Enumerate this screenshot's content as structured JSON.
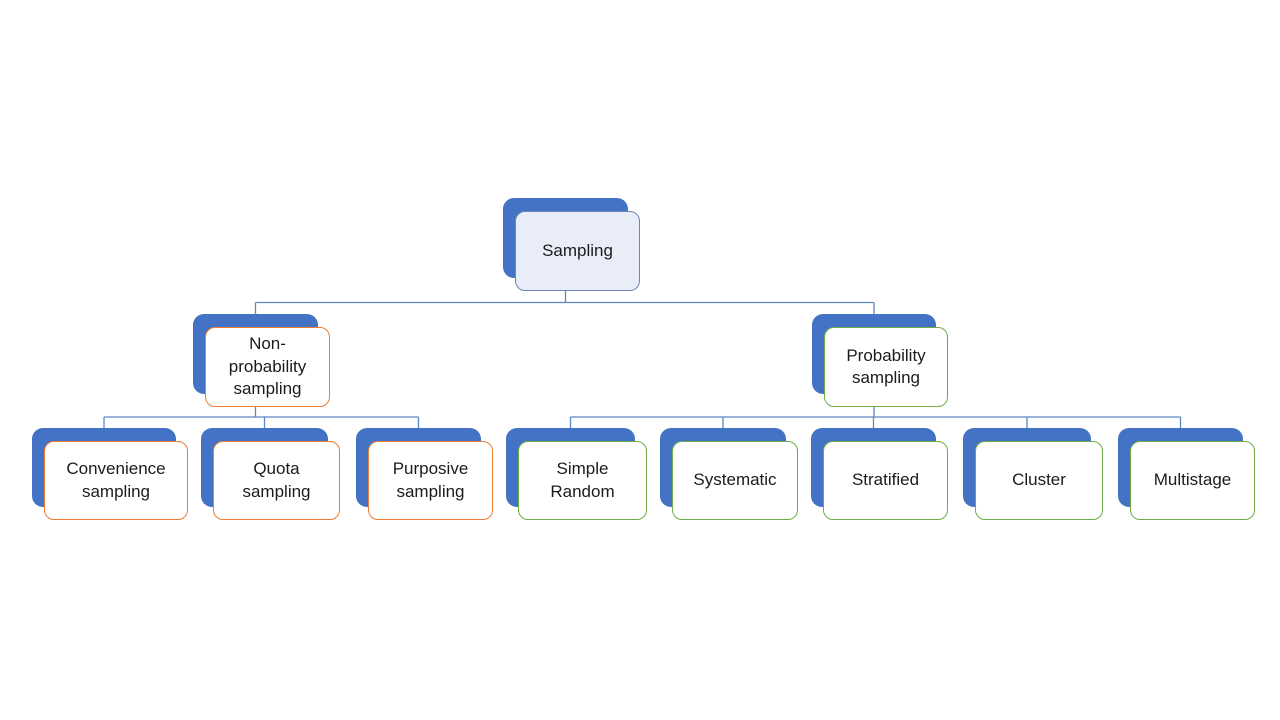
{
  "colors": {
    "background": "#FFFFFF",
    "node_shadow_blue": "#4472C4",
    "connector_blue": "#4E79C0",
    "root_fill": "#E9EDF7",
    "root_border": "#6986BE",
    "branch_left_border": "#ED7D31",
    "branch_right_border": "#70AD47",
    "text": "#1B1B1B"
  },
  "tree": {
    "root": {
      "label": "Sampling"
    },
    "branches": [
      {
        "label": "Non-\nprobability\nsampling",
        "children": [
          {
            "label": "Convenience\nsampling"
          },
          {
            "label": "Quota\nsampling"
          },
          {
            "label": "Purposive\nsampling"
          }
        ]
      },
      {
        "label": "Probability\nsampling",
        "children": [
          {
            "label": "Simple\nRandom"
          },
          {
            "label": "Systematic"
          },
          {
            "label": "Stratified"
          },
          {
            "label": "Cluster"
          },
          {
            "label": "Multistage"
          }
        ]
      }
    ]
  }
}
